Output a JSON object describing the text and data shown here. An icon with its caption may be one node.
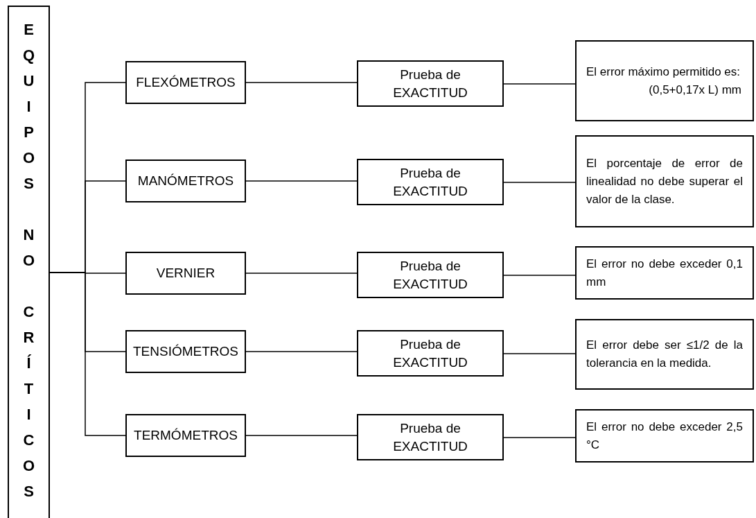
{
  "diagram": {
    "nodes": [
      {
        "text": [
          "EQUIPOS NO CRÍTICOS"
        ]
      },
      {
        "text": [
          "FLEXÓMETROS"
        ]
      },
      {
        "text": [
          "Prueba de EXACTITUD"
        ]
      },
      {
        "text": [
          "El error máximo permitido es:",
          "(0,5+0,17x L) mm"
        ]
      },
      {
        "text": [
          "MANÓMETROS"
        ]
      },
      {
        "text": [
          "Prueba de EXACTITUD"
        ]
      },
      {
        "text": [
          "El porcentaje de error de linealidad no debe superar el valor de la clase."
        ]
      },
      {
        "text": [
          "VERNIER"
        ]
      },
      {
        "text": [
          "Prueba de EXACTITUD"
        ]
      },
      {
        "text": [
          "El error no debe exceder 0,1 mm"
        ]
      },
      {
        "text": [
          "TENSIÓMETROS"
        ]
      },
      {
        "text": [
          "Prueba de EXACTITUD"
        ]
      },
      {
        "text": [
          "El error debe ser ≤1/2 de la tolerancia en la medida."
        ]
      },
      {
        "text": [
          "TERMÓMETROS"
        ]
      },
      {
        "text": [
          "Prueba de EXACTITUD"
        ]
      },
      {
        "text": [
          "El error no debe exceder 2,5 °C"
        ]
      }
    ],
    "edges": [
      {
        "from": 0,
        "to": 1,
        "arrow": "none"
      },
      {
        "from": 0,
        "to": 4,
        "arrow": "none"
      },
      {
        "from": 0,
        "to": 7,
        "arrow": "none"
      },
      {
        "from": 0,
        "to": 10,
        "arrow": "none"
      },
      {
        "from": 0,
        "to": 13,
        "arrow": "none"
      },
      {
        "from": 1,
        "to": 2,
        "arrow": "none"
      },
      {
        "from": 2,
        "to": 3,
        "arrow": "none"
      },
      {
        "from": 4,
        "to": 5,
        "arrow": "none"
      },
      {
        "from": 5,
        "to": 6,
        "arrow": "none"
      },
      {
        "from": 7,
        "to": 8,
        "arrow": "none"
      },
      {
        "from": 8,
        "to": 9,
        "arrow": "none"
      },
      {
        "from": 10,
        "to": 11,
        "arrow": "none"
      },
      {
        "from": 11,
        "to": 12,
        "arrow": "none"
      },
      {
        "from": 13,
        "to": 14,
        "arrow": "none"
      },
      {
        "from": 14,
        "to": 15,
        "arrow": "none"
      }
    ]
  }
}
